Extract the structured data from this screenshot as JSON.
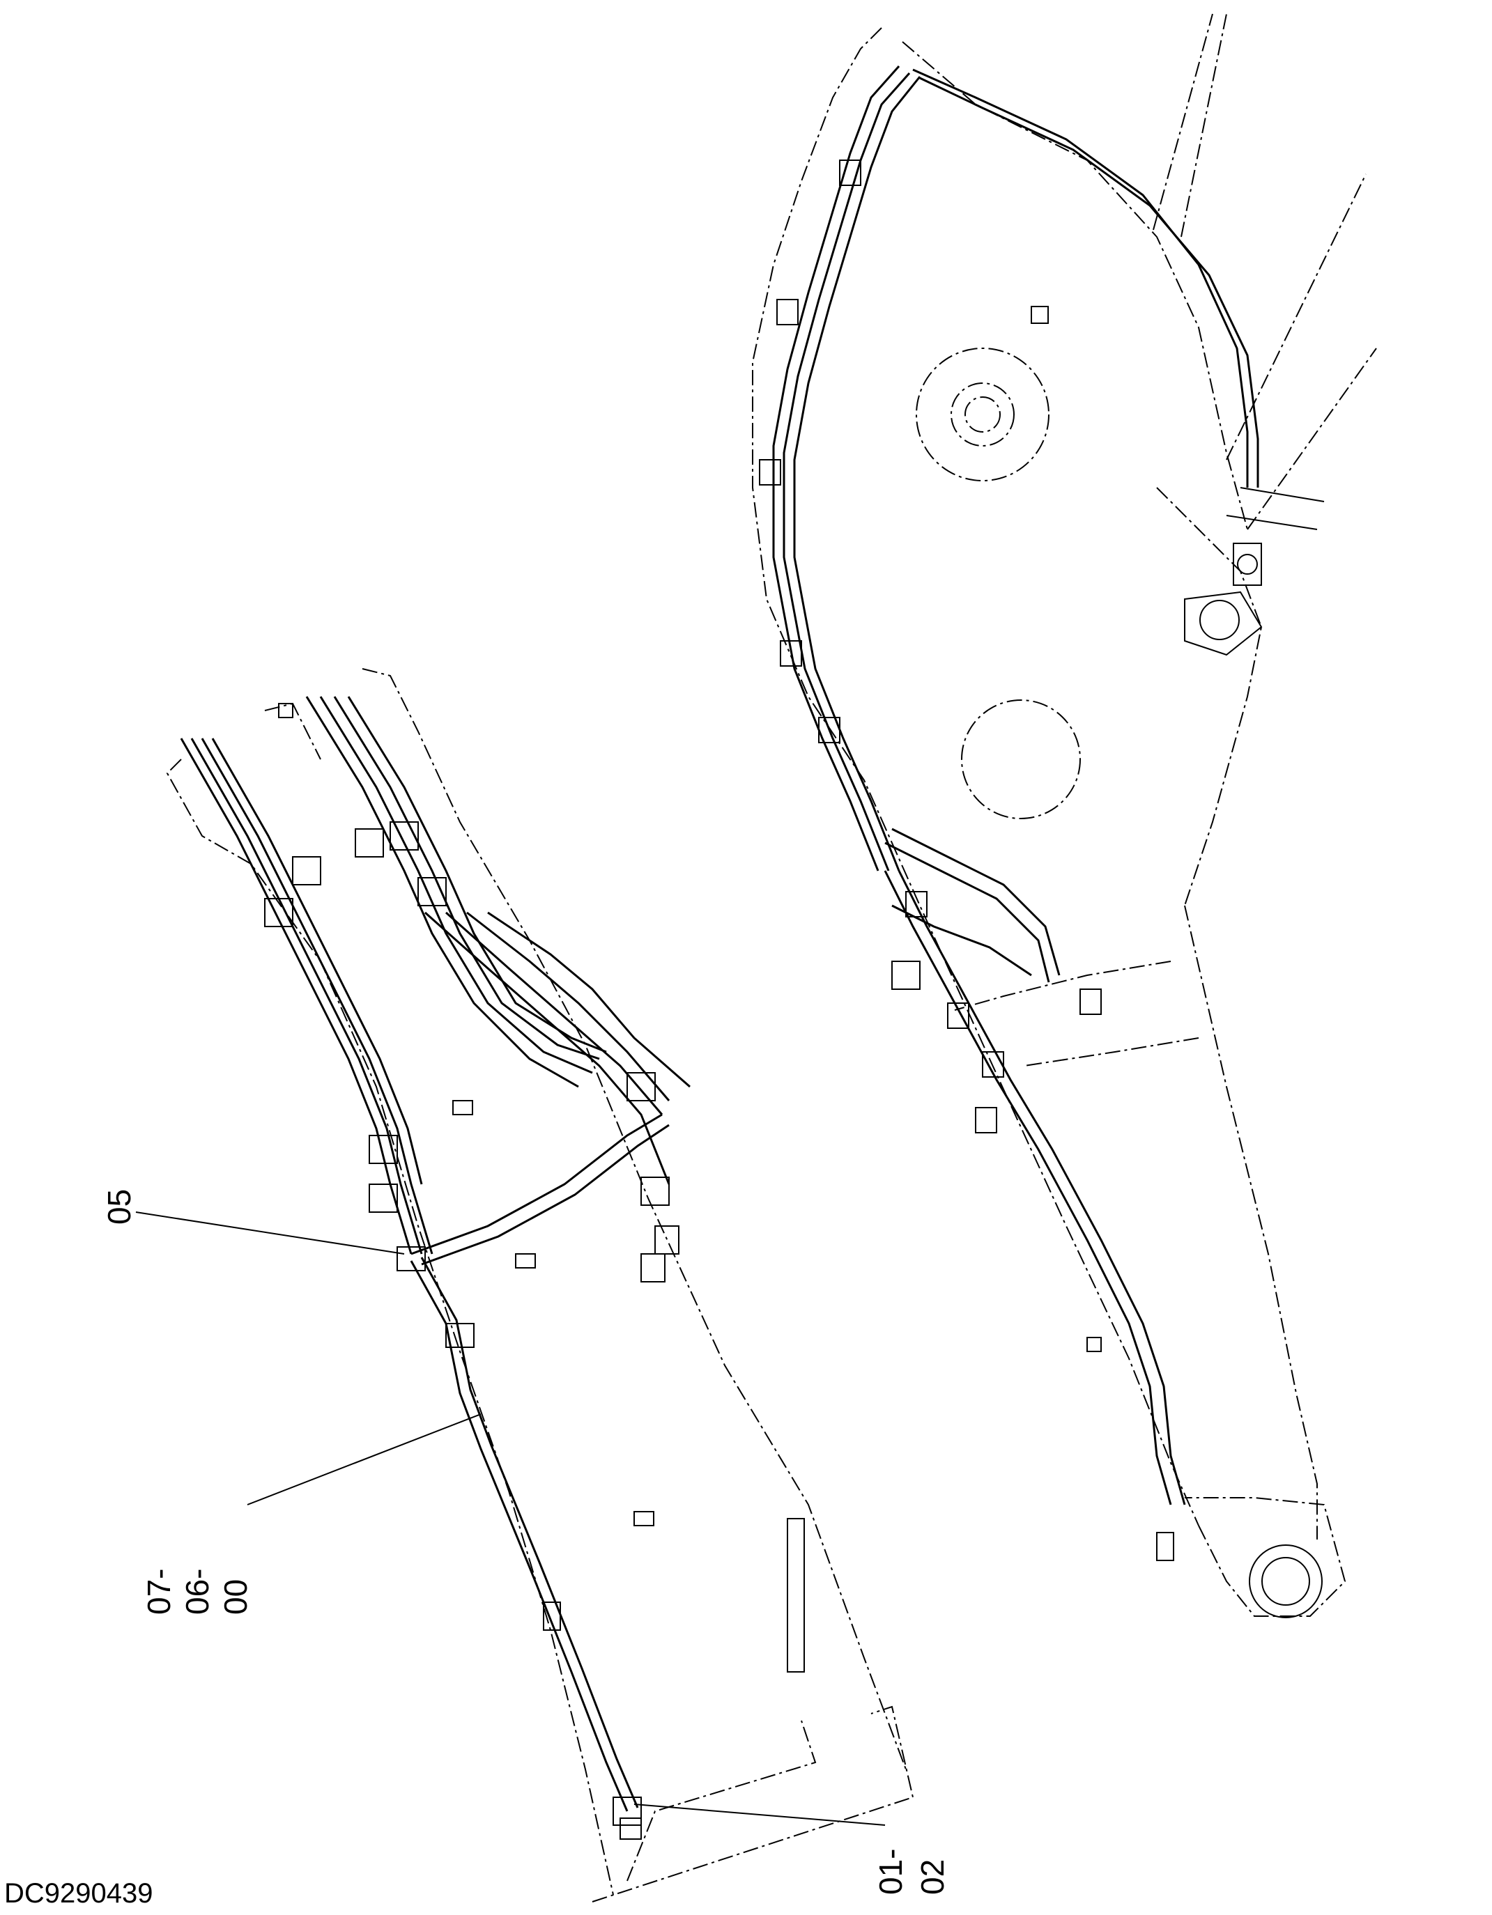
{
  "callouts": {
    "c05": "05",
    "c07_06_00": [
      "07",
      "-",
      "06",
      "-",
      "00"
    ],
    "c01_02": [
      "01",
      "-",
      "02"
    ]
  },
  "drawing_code": "DC9290439"
}
